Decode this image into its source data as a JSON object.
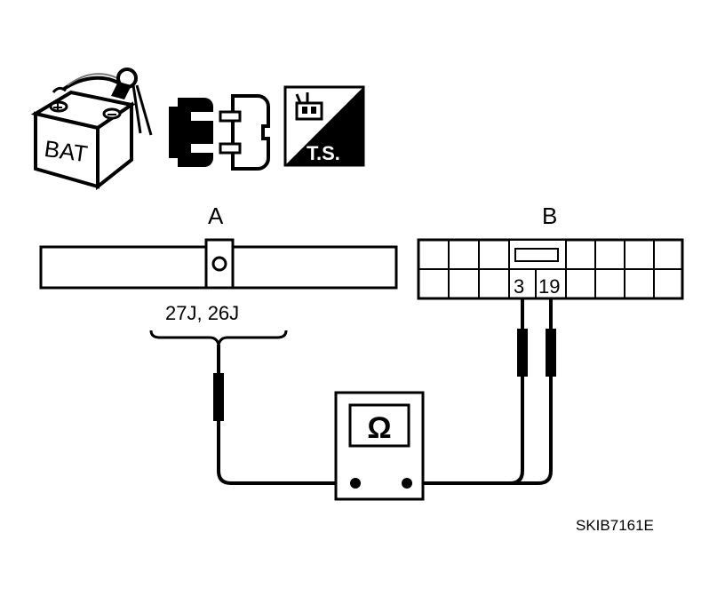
{
  "icons": {
    "battery_label": "BAT",
    "ts_label": "T.S."
  },
  "connector_a": {
    "label": "A",
    "terminals": "27J, 26J"
  },
  "connector_b": {
    "label": "B",
    "pin_left": "3",
    "pin_right": "19"
  },
  "meter": {
    "symbol": "Ω"
  },
  "figure_code": "SKIB7161E"
}
